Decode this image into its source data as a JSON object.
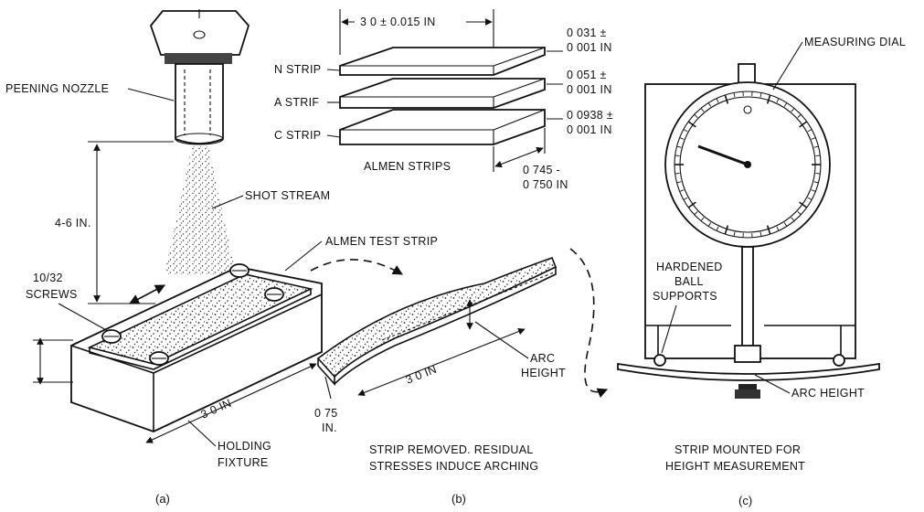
{
  "part_a": {
    "caption": "(a)",
    "peening_nozzle": "PEENING NOZZLE",
    "shot_stream": "SHOT STREAM",
    "distance": "4-6 IN.",
    "screws_line1": "10/32",
    "screws_line2": "SCREWS",
    "almen_test_strip": "ALMEN TEST STRIP",
    "length": "3 0 IN",
    "fixture_line1": "HOLDING",
    "fixture_line2": "FIXTURE"
  },
  "strips": {
    "width_dim": "3 0 ± 0.015 IN",
    "n_label": "N STRIP",
    "a_label": "A STRIF",
    "c_label": "C STRIP",
    "n_thick_1": "0 031  ±",
    "n_thick_2": "0 001 IN",
    "a_thick_1": "0 051  ±",
    "a_thick_2": "0 001 IN",
    "c_thick_1": "0 0938  ±",
    "c_thick_2": "0 001 IN",
    "title": "ALMEN STRIPS",
    "depth_1": "0 745  -",
    "depth_2": "0 750 IN"
  },
  "part_b": {
    "caption": "(b)",
    "length": "3 0 IN",
    "arc_1": "ARC",
    "arc_2": "HEIGHT",
    "width_1": "0 75",
    "width_2": "IN.",
    "desc_1": "STRIP REMOVED. RESIDUAL",
    "desc_2": "STRESSES INDUCE ARCHING"
  },
  "part_c": {
    "caption": "(c)",
    "dial": "MEASURING DIAL",
    "ball_1": "HARDENED",
    "ball_2": "BALL",
    "ball_3": "SUPPORTS",
    "arc": "ARC HEIGHT",
    "desc_1": "STRIP MOUNTED FOR",
    "desc_2": "HEIGHT MEASUREMENT"
  }
}
